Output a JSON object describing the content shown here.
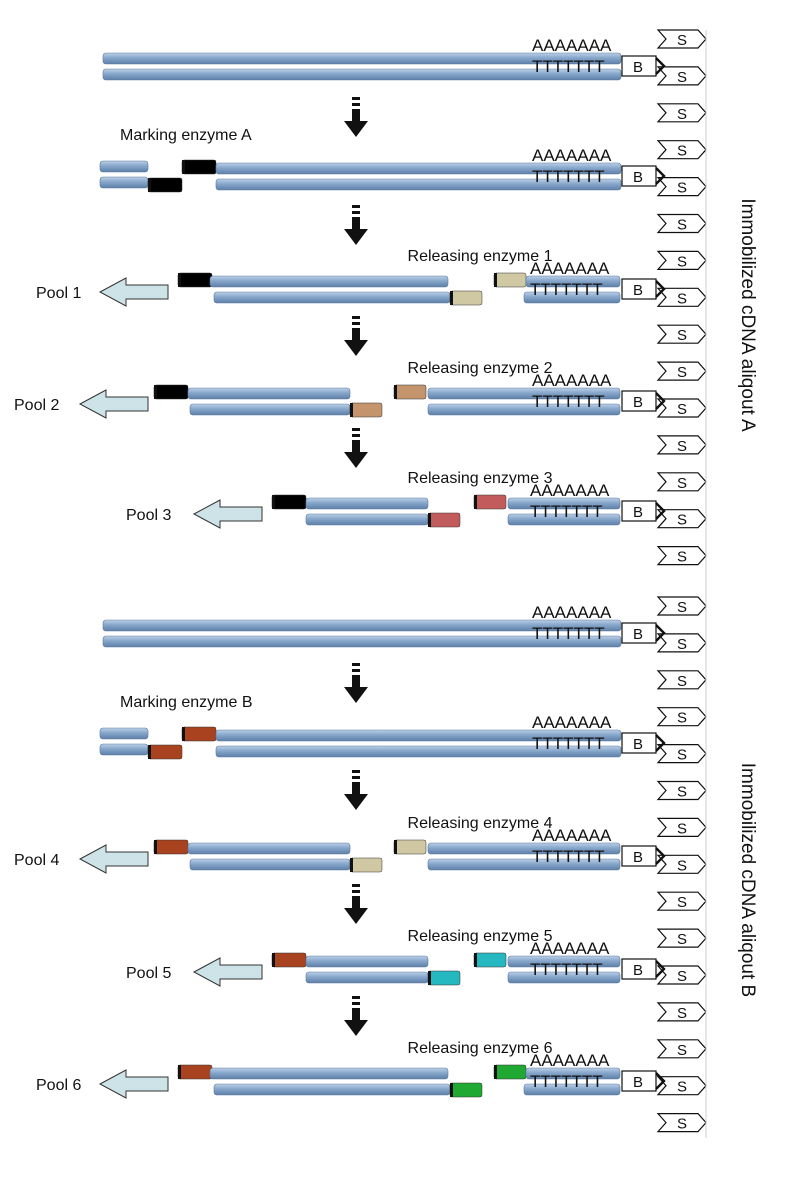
{
  "colors": {
    "strand": "#7f9fc4",
    "arrow_fill": "#cde3e8",
    "tag_black": "#000000",
    "tag_beige": "#cfc8a2",
    "tag_tan": "#c4956c",
    "tag_pink": "#c25c5c",
    "tag_brown": "#a8421f",
    "tag_cyan": "#25b8c0",
    "tag_green": "#1fa832"
  },
  "labels": {
    "polyA": "AAAAAAA",
    "polyT": "TTTTTTT",
    "bead_b": "B",
    "bead_s": "S",
    "aliquot_a": "Immobilized cDNA aliqout A",
    "aliquot_b": "Immobilized cDNA aliqout B"
  },
  "rows": [
    {
      "label": "",
      "kind": "full"
    },
    {
      "label": "Marking enzyme A",
      "kind": "marked",
      "tag": "tag_black"
    },
    {
      "label": "Releasing enzyme 1",
      "pool": "Pool 1",
      "kind": "released",
      "tag": "tag_black",
      "cut": "tag_beige"
    },
    {
      "label": "Releasing enzyme 2",
      "pool": "Pool 2",
      "kind": "released",
      "tag": "tag_black",
      "cut": "tag_tan"
    },
    {
      "label": "Releasing enzyme 3",
      "pool": "Pool 3",
      "kind": "released",
      "tag": "tag_black",
      "cut": "tag_pink"
    },
    {
      "label": "",
      "kind": "full"
    },
    {
      "label": "Marking enzyme B",
      "kind": "marked",
      "tag": "tag_brown"
    },
    {
      "label": "Releasing enzyme 4",
      "pool": "Pool 4",
      "kind": "released",
      "tag": "tag_brown",
      "cut": "tag_beige"
    },
    {
      "label": "Releasing enzyme 5",
      "pool": "Pool 5",
      "kind": "released",
      "tag": "tag_brown",
      "cut": "tag_cyan"
    },
    {
      "label": "Releasing enzyme 6",
      "pool": "Pool 6",
      "kind": "released",
      "tag": "tag_brown",
      "cut": "tag_green"
    }
  ]
}
